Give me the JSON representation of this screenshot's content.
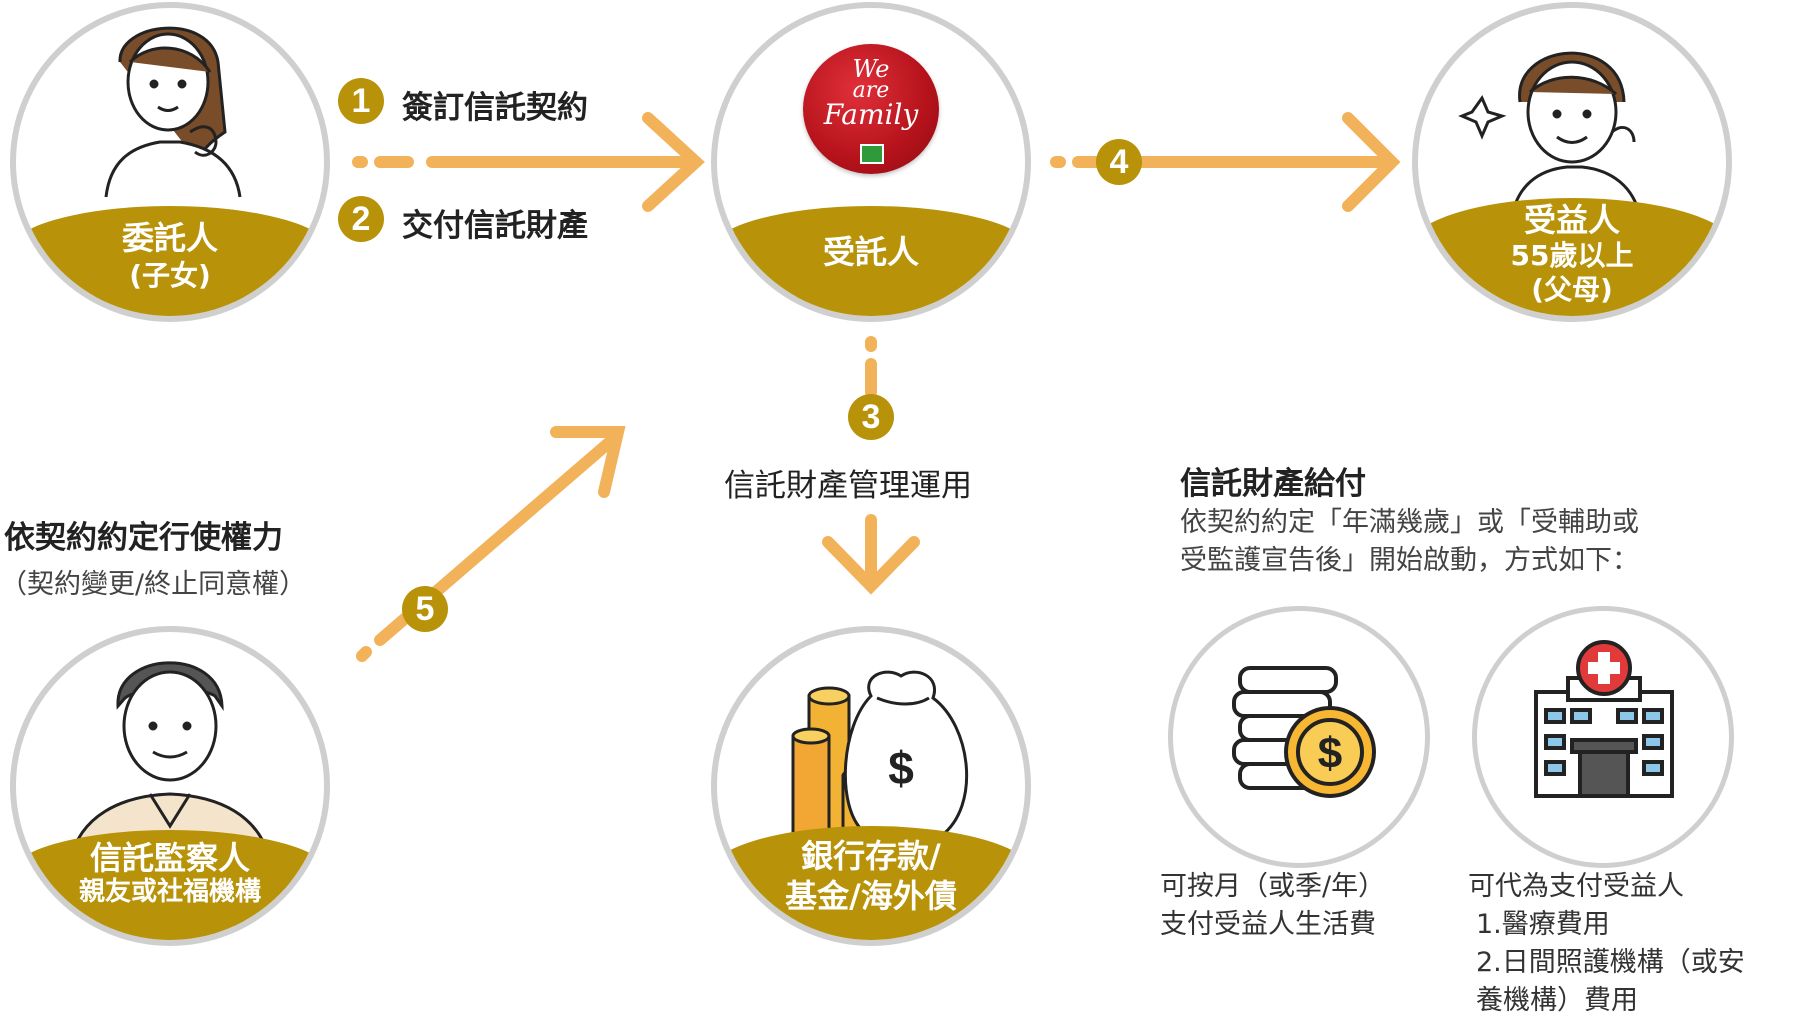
{
  "nodes": {
    "settlor": {
      "title": "委託人",
      "sub": "(子女)"
    },
    "trustee": {
      "title": "受託人",
      "logo_line1": "We",
      "logo_line2": "are",
      "logo_line3": "Family"
    },
    "beneficiary": {
      "title": "受益人",
      "sub1": "55歲以上",
      "sub2": "(父母)"
    },
    "supervisor": {
      "title": "信託監察人",
      "sub": "親友或社福機構"
    },
    "assets": {
      "line1": "銀行存款/",
      "line2": "基金/海外債"
    }
  },
  "steps": {
    "s1": {
      "num": "1",
      "label": "簽訂信託契約"
    },
    "s2": {
      "num": "2",
      "label": "交付信託財產"
    },
    "s3": {
      "num": "3",
      "label": "信託財產管理運用"
    },
    "s4": {
      "num": "4"
    },
    "s5": {
      "num": "5"
    }
  },
  "supervisor_text": {
    "line1": "依契約約定行使權力",
    "line2": "（契約變更/終止同意權）"
  },
  "payout": {
    "title": "信託財產給付",
    "desc1": "依契約約定「年滿幾歲」或「受輔助或",
    "desc2": "受監護宣告後」開始啟動，方式如下：",
    "opt1": {
      "line1": "可按月（或季/年）",
      "line2": "支付受益人生活費",
      "icon": "coin-stack-icon"
    },
    "opt2": {
      "line1": "可代為支付受益人",
      "line2": "1.醫療費用",
      "line3": "2.日間照護機構（或安",
      "line4": "養機構）費用",
      "icon": "hospital-icon"
    }
  },
  "colors": {
    "gold": "#b89208",
    "arrow": "#f2b25a",
    "ring": "#cfcfcf",
    "logo": "#b5121b"
  }
}
